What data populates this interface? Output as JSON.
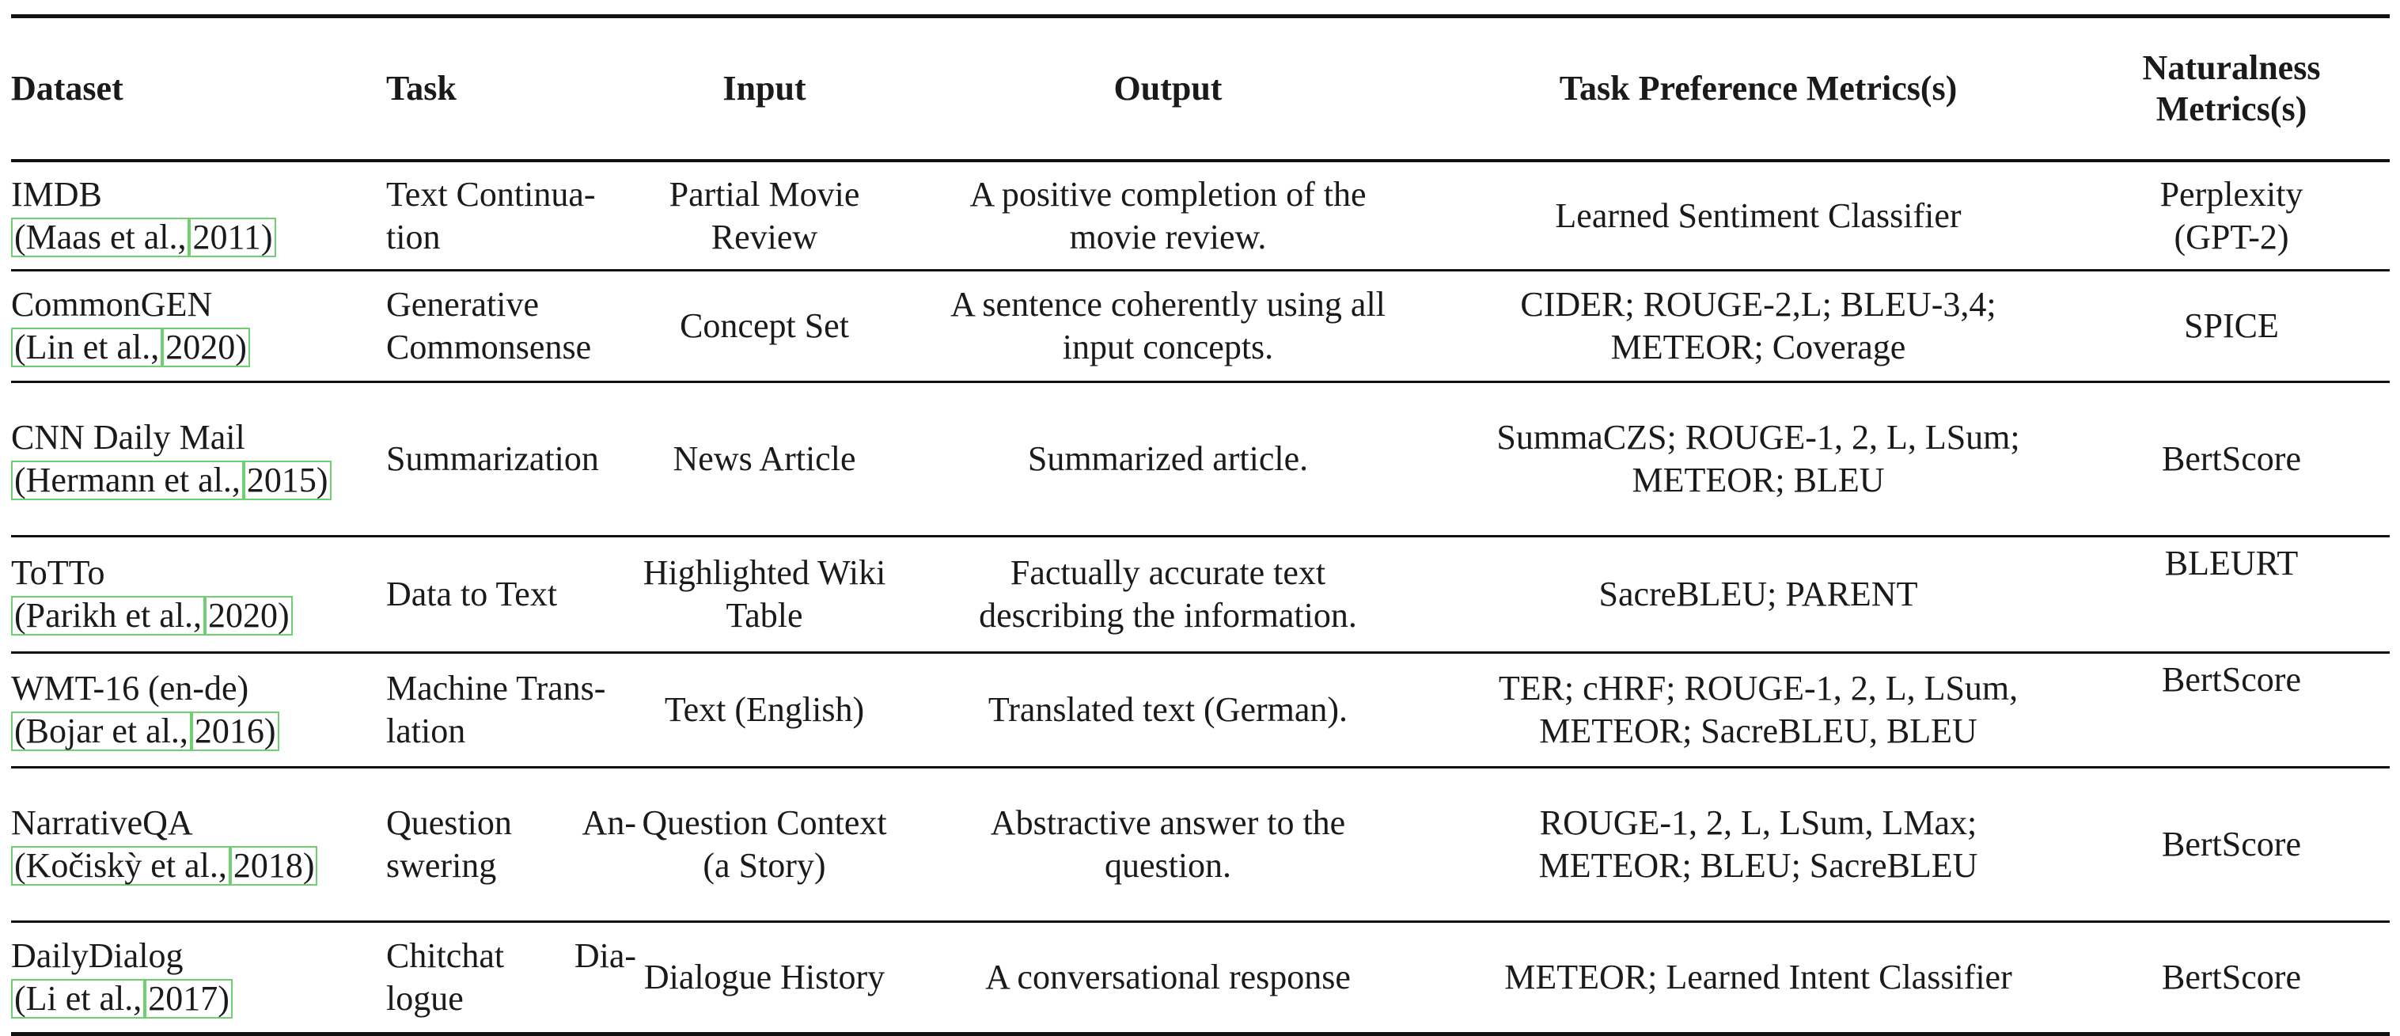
{
  "header": {
    "dataset": "Dataset",
    "task": "Task",
    "input": "Input",
    "output": "Output",
    "task_metrics": "Task Preference Metrics(s)",
    "naturalness_line1": "Naturalness",
    "naturalness_line2": "Metrics(s)"
  },
  "rows": [
    {
      "dataset": "IMDB",
      "cite_author": "(Maas et al.,",
      "cite_year": "2011)",
      "task_line1": "Text Continua-",
      "task_line2": "tion",
      "input_line1": "Partial Movie",
      "input_line2": "Review",
      "output_line1": "A positive completion of the",
      "output_line2": "movie review.",
      "metric_line1": "Learned Sentiment Classifier",
      "metric_line2": "",
      "nat_line1": "Perplexity",
      "nat_line2": "(GPT-2)"
    },
    {
      "dataset": "CommonGEN",
      "cite_author": "(Lin et al.,",
      "cite_year": "2020)",
      "task_line1": "Generative",
      "task_line2": "Commonsense",
      "input_line1": "Concept Set",
      "input_line2": "",
      "output_line1": "A sentence coherently using all",
      "output_line2": "input concepts.",
      "metric_line1": "CIDER; ROUGE-2,L; BLEU-3,4;",
      "metric_line2": "METEOR; Coverage",
      "nat_line1": "SPICE",
      "nat_line2": ""
    },
    {
      "dataset": "CNN Daily Mail",
      "cite_author": "(Hermann et al.,",
      "cite_year": "2015)",
      "task_line1": "Summarization",
      "task_line2": "",
      "input_line1": "News Article",
      "input_line2": "",
      "output_line1": "Summarized article.",
      "output_line2": "",
      "metric_line1": "SummaCZS; ROUGE-1, 2, L, LSum;",
      "metric_line2": "METEOR; BLEU",
      "nat_line1": "BertScore",
      "nat_line2": ""
    },
    {
      "dataset": "ToTTo",
      "cite_author": "(Parikh et al.,",
      "cite_year": "2020)",
      "task_line1": "Data to Text",
      "task_line2": "",
      "input_line1": "Highlighted Wiki",
      "input_line2": "Table",
      "output_line1": "Factually accurate text",
      "output_line2": "describing the information.",
      "metric_line1": "SacreBLEU; PARENT",
      "metric_line2": "",
      "nat_line1": "BLEURT",
      "nat_line2": ""
    },
    {
      "dataset": "WMT-16 (en-de)",
      "cite_author": "(Bojar et al.,",
      "cite_year": "2016)",
      "task_line1": "Machine Trans-",
      "task_line2": "lation",
      "input_line1": "Text (English)",
      "input_line2": "",
      "output_line1": "Translated text (German).",
      "output_line2": "",
      "metric_line1": "TER; cHRF; ROUGE-1, 2, L, LSum,",
      "metric_line2": "METEOR; SacreBLEU, BLEU",
      "nat_line1": "BertScore",
      "nat_line2": ""
    },
    {
      "dataset": "NarrativeQA",
      "cite_author": "(Kočiskỳ et al.,",
      "cite_year": "2018)",
      "task_line1": "Question An-",
      "task_line2": "swering",
      "input_line1": "Question Context",
      "input_line2": "(a Story)",
      "output_line1": "Abstractive answer to the",
      "output_line2": "question.",
      "metric_line1": "ROUGE-1, 2, L, LSum, LMax;",
      "metric_line2": "METEOR; BLEU; SacreBLEU",
      "nat_line1": "BertScore",
      "nat_line2": ""
    },
    {
      "dataset": "DailyDialog",
      "cite_author": "(Li et al.,",
      "cite_year": "2017)",
      "task_line1": "Chitchat Dia-",
      "task_line2": "logue",
      "input_line1": "Dialogue History",
      "input_line2": "",
      "output_line1": "A conversational response",
      "output_line2": "",
      "metric_line1": "METEOR; Learned Intent Classifier",
      "metric_line2": "",
      "nat_line1": "BertScore",
      "nat_line2": ""
    }
  ]
}
